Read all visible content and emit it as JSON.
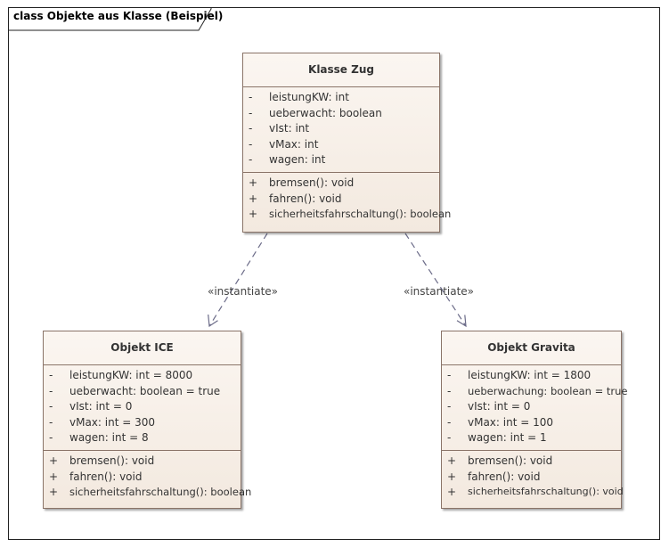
{
  "frame": {
    "title": "class Objekte aus Klasse (Beispiel)"
  },
  "classes": {
    "zug": {
      "name": "Klasse Zug",
      "attributes": [
        {
          "vis": "-",
          "text": "leistungKW: int"
        },
        {
          "vis": "-",
          "text": "ueberwacht: boolean"
        },
        {
          "vis": "-",
          "text": "vIst: int"
        },
        {
          "vis": "-",
          "text": "vMax: int"
        },
        {
          "vis": "-",
          "text": "wagen: int"
        }
      ],
      "operations": [
        {
          "vis": "+",
          "text": "bremsen(): void"
        },
        {
          "vis": "+",
          "text": "fahren(): void"
        },
        {
          "vis": "+",
          "text": "sicherheitsfahrschaltung(): boolean"
        }
      ]
    },
    "ice": {
      "name": "Objekt ICE",
      "attributes": [
        {
          "vis": "-",
          "text": "leistungKW: int = 8000"
        },
        {
          "vis": "-",
          "text": "ueberwacht: boolean = true"
        },
        {
          "vis": "-",
          "text": "vIst: int = 0"
        },
        {
          "vis": "-",
          "text": "vMax: int = 300"
        },
        {
          "vis": "-",
          "text": "wagen: int = 8"
        }
      ],
      "operations": [
        {
          "vis": "+",
          "text": "bremsen(): void"
        },
        {
          "vis": "+",
          "text": "fahren(): void"
        },
        {
          "vis": "+",
          "text": "sicherheitsfahrschaltung(): boolean"
        }
      ]
    },
    "gravita": {
      "name": "Objekt Gravita",
      "attributes": [
        {
          "vis": "-",
          "text": "leistungKW: int = 1800"
        },
        {
          "vis": "-",
          "text": "ueberwachung: boolean = true"
        },
        {
          "vis": "-",
          "text": "vIst: int = 0"
        },
        {
          "vis": "-",
          "text": "vMax: int = 100"
        },
        {
          "vis": "-",
          "text": "wagen: int = 1"
        }
      ],
      "operations": [
        {
          "vis": "+",
          "text": "bremsen(): void"
        },
        {
          "vis": "+",
          "text": "fahren(): void"
        },
        {
          "vis": "+",
          "text": "sicherheitsfahrschaltung(): void"
        }
      ]
    }
  },
  "connectors": [
    {
      "label": "«instantiate»"
    },
    {
      "label": "«instantiate»"
    }
  ],
  "colors": {
    "class_fill": "#f5ece3",
    "class_border": "#8a7468",
    "connector": "#6b6b88"
  }
}
